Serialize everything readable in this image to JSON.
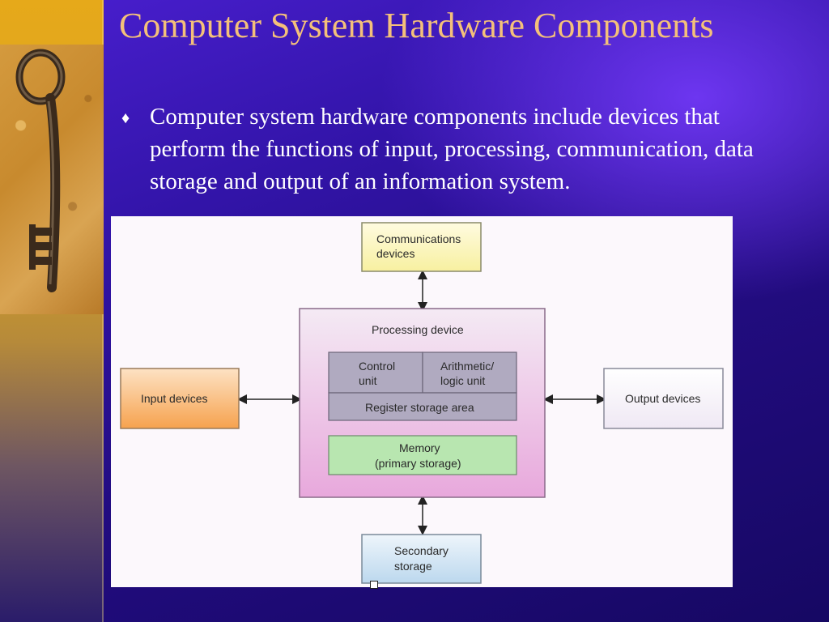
{
  "slide": {
    "title": "Computer System Hardware Components",
    "bullet_mark": "♦",
    "bullet_text": "Computer system hardware components include devices that perform the functions of input, processing, communication, data storage and output of an information system."
  },
  "diagram": {
    "communications": [
      "Communications",
      "devices"
    ],
    "processing_device": "Processing device",
    "control_unit": [
      "Control",
      "unit"
    ],
    "alu": [
      "Arithmetic/",
      "logic unit"
    ],
    "register": "Register storage area",
    "memory": [
      "Memory",
      "(primary storage)"
    ],
    "input": "Input devices",
    "output": "Output devices",
    "secondary": [
      "Secondary",
      "storage"
    ]
  },
  "colors": {
    "communications_fill": "#f7f0a0",
    "processing_fill": "#e8a8dc",
    "cpu_fill": "#b0aac0",
    "memory_fill": "#b8e6b0",
    "input_fill": "#f6a24e",
    "output_fill": "#efe8f4",
    "secondary_fill": "#bcd8ee"
  }
}
